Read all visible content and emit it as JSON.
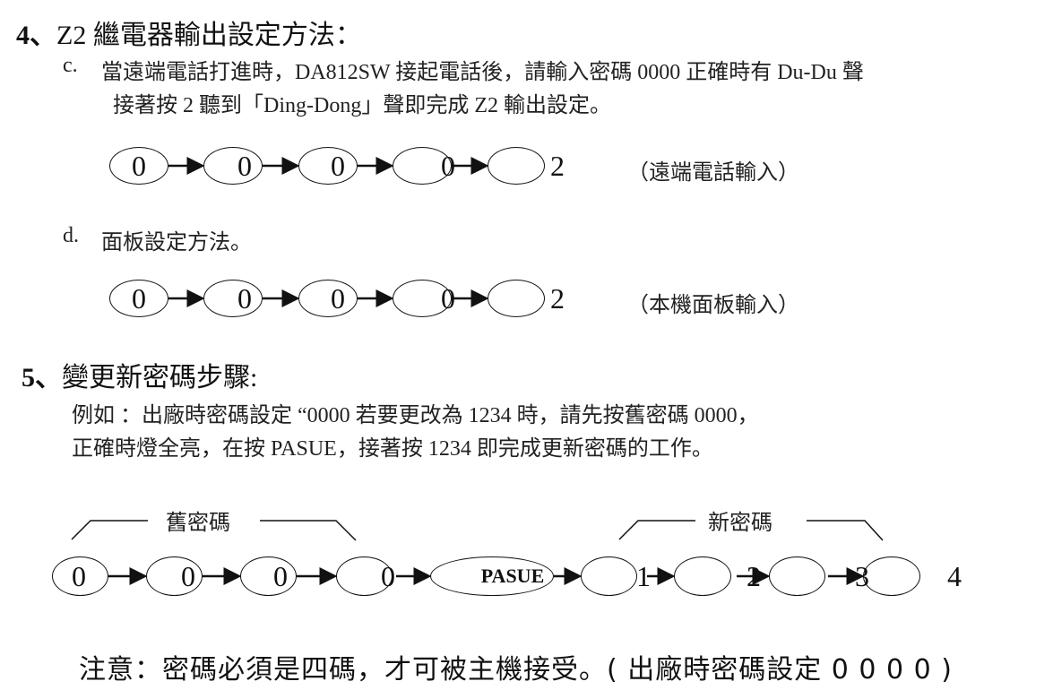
{
  "section4": {
    "number": "4、",
    "title": "Z2 繼電器輸出設定方法：",
    "item_c_marker": "c.",
    "item_c_line1": "當遠端電話打進時，DA812SW 接起電話後，請輸入密碼 0000 正確時有 Du-Du 聲",
    "item_c_line2": "接著按 2 聽到「Ding-Dong」聲即完成 Z2 輸出設定。",
    "remote_sequence": [
      "0",
      "0",
      "0",
      "0",
      "2"
    ],
    "remote_label": "（遠端電話輸入）",
    "item_d_marker": "d.",
    "item_d_text": "面板設定方法。",
    "panel_sequence": [
      "0",
      "0",
      "0",
      "0",
      "2"
    ],
    "panel_label": "（本機面板輸入）"
  },
  "section5": {
    "number": "5、",
    "title": "變更新密碼步驟:",
    "line1": "例如 ：出廠時密碼設定 “0000  若要更改為 1234 時，請先按舊密碼 0000，",
    "line2": "正確時燈全亮，在按 PASUE，接著按 1234 即完成更新密碼的工作。",
    "old_label": "舊密碼",
    "new_label": "新密碼",
    "sequence": [
      "0",
      "0",
      "0",
      "0",
      "PASUE",
      "1",
      "2",
      "3",
      "4"
    ]
  },
  "note": "注意：密碼必須是四碼，才可被主機接受。( 出廠時密碼設定 0 0 0 0 )"
}
